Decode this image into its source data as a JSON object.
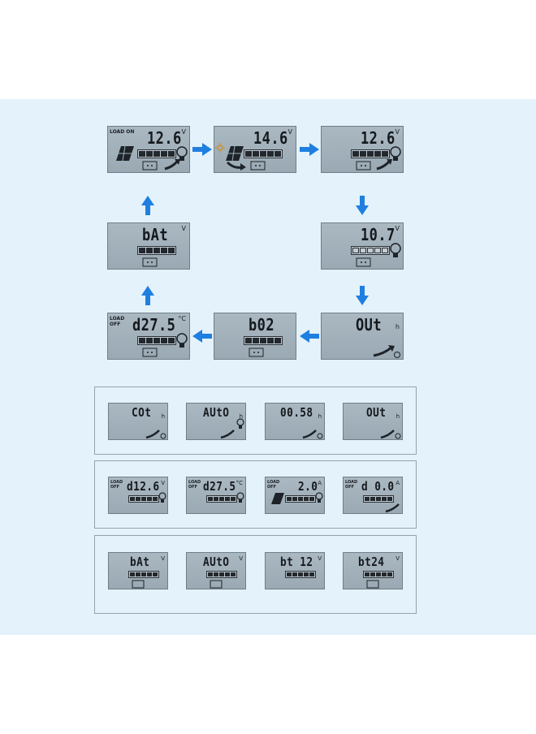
{
  "colors": {
    "panel": "#e4f2fb",
    "lcd": "#a3b1bb",
    "arrow": "#1f7fe0",
    "segment": "#15191d"
  },
  "cycle": {
    "screens": [
      {
        "id": "load-on",
        "tag": "LOAD ON",
        "digits": "12.6",
        "unit": "V",
        "battery": "full"
      },
      {
        "id": "solar-charging",
        "tag": "",
        "digits": "14.6",
        "unit": "V",
        "battery": "full"
      },
      {
        "id": "load-output",
        "tag": "",
        "digits": "12.6",
        "unit": "V",
        "battery": "full"
      },
      {
        "id": "low-voltage",
        "tag": "",
        "digits": "10.7",
        "unit": "V",
        "battery": "empty"
      },
      {
        "id": "out-mode",
        "tag": "",
        "digits": "OUt",
        "unit": "h",
        "battery": "none"
      },
      {
        "id": "b02",
        "tag": "",
        "digits": "b02",
        "unit": "",
        "battery": "full"
      },
      {
        "id": "load-off-temp",
        "tag": "LOAD OFF",
        "digits": "d27.5",
        "unit": "°C",
        "battery": "full"
      },
      {
        "id": "bat-type",
        "tag": "",
        "digits": "bAt",
        "unit": "V",
        "battery": "full"
      }
    ]
  },
  "rows": [
    {
      "screens": [
        {
          "digits": "COt",
          "unit": "h",
          "tag": ""
        },
        {
          "digits": "AUtO",
          "unit": "h",
          "tag": ""
        },
        {
          "digits": "00.58",
          "unit": "h",
          "tag": ""
        },
        {
          "digits": "OUt",
          "unit": "h",
          "tag": ""
        }
      ]
    },
    {
      "screens": [
        {
          "digits": "d12.6",
          "unit": "V",
          "tag": "LOAD OFF"
        },
        {
          "digits": "d27.5",
          "unit": "°C",
          "tag": "LOAD OFF"
        },
        {
          "digits": "2.0",
          "unit": "A",
          "tag": "LOAD OFF"
        },
        {
          "digits": "d 0.0",
          "unit": "A",
          "tag": "LOAD OFF"
        }
      ]
    },
    {
      "screens": [
        {
          "digits": "bAt",
          "unit": "V",
          "tag": ""
        },
        {
          "digits": "AUtO",
          "unit": "V",
          "tag": ""
        },
        {
          "digits": "bt 12",
          "unit": "V",
          "tag": ""
        },
        {
          "digits": "bt24",
          "unit": "V",
          "tag": ""
        }
      ]
    }
  ]
}
